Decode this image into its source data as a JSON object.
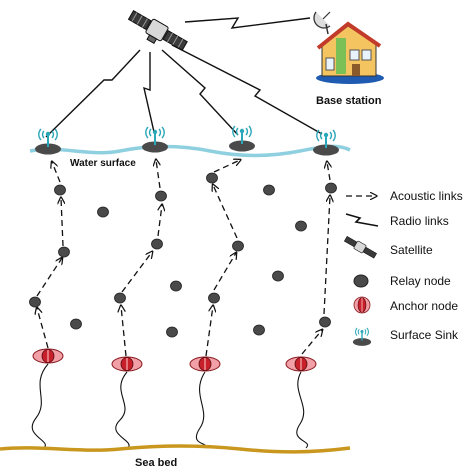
{
  "labels": {
    "base_station": "Base station",
    "water_surface": "Water surface",
    "sea_bed": "Sea bed"
  },
  "legend": {
    "acoustic_links": "Acoustic links",
    "radio_links": "Radio links",
    "satellite": "Satellite",
    "relay_node": "Relay node",
    "anchor_node": "Anchor node",
    "surface_sink": "Surface Sink"
  },
  "colors": {
    "water": "#8fd0e0",
    "seabed": "#c9971e",
    "relay": "#4a4a4a",
    "anchor_fill": "#f2a0a8",
    "anchor_core": "#c8202a",
    "sink_antenna": "#2aa7b8"
  }
}
